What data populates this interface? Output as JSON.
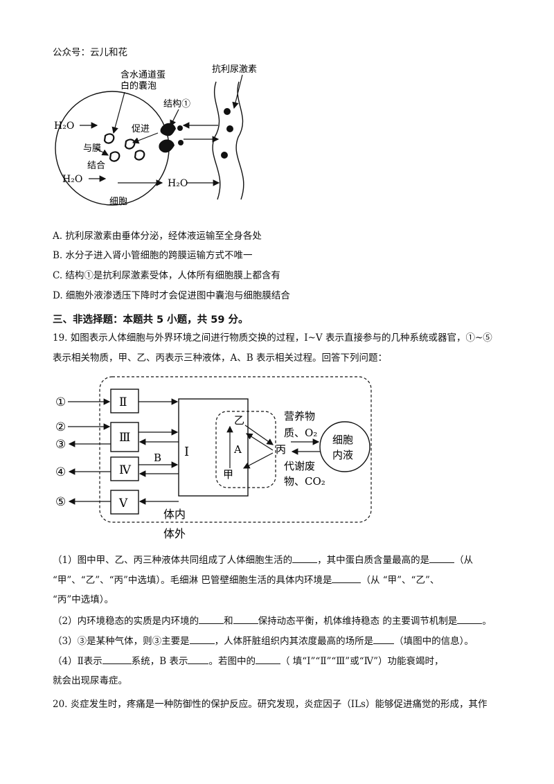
{
  "header": {
    "account": "公众号：云儿和花"
  },
  "figure1": {
    "vesicle_label_l1": "含水通道蛋",
    "vesicle_label_l2": "白的囊泡",
    "hormone": "抗利尿激素",
    "structure": "结构①",
    "promote": "促进",
    "bind_l1": "与膜",
    "bind_l2": "结合",
    "water1": "H₂O",
    "water2": "H₂O",
    "water3": "H₂O",
    "cell": "细胞"
  },
  "q18_options": {
    "a": "A.  抗利尿激素由垂体分泌，经体液运输至全身各处",
    "b": "B.  水分子进入肾小管细胞的跨膜运输方式不唯一",
    "c": "C.  结构①是抗利尿激素受体，人体所有细胞膜上都含有",
    "d": "D.  细胞外液渗透压下降时才会促进图中囊泡与细胞膜结合"
  },
  "section3": "三、非选择题：本题共 5 小题，共 59 分。",
  "q19": {
    "line1": "19. 如图表示人体细胞与外界环境之间进行物质交换的过程，I~V 表示直接参与的几种系统或器官，①~⑤",
    "line2": "表示相关物质，甲、乙、丙表示三种液体，A、B 表示相关过程。回答下列问题："
  },
  "figure2": {
    "c1": "①",
    "c2": "②",
    "c3": "③",
    "c4": "④",
    "c5": "⑤",
    "r2": "Ⅱ",
    "r3": "Ⅲ",
    "r4": "Ⅳ",
    "r5": "Ⅴ",
    "r1": "I",
    "b": "B",
    "a": "A",
    "yi": "乙",
    "bing": "丙",
    "jia": "甲",
    "nutrient_l1": "营养物",
    "nutrient_l2": "质、O₂",
    "waste_l1": "代谢废",
    "waste_l2": "物、CO₂",
    "icf_l1": "细胞",
    "icf_l2": "内液",
    "inside": "体内",
    "outside": "体外"
  },
  "q19_parts": {
    "p1a": "（1）图中甲、乙、丙三种液体共同组成了人体细胞生活的",
    "p1b": "，其中蛋白质含量最高的是",
    "p1c": "（从",
    "p1d": "“甲”、“乙”、“丙”中选填）。毛细淋  巴管壁细胞生活的具体内环境是",
    "p1e": "（从 “甲”、“乙”、",
    "p1f": "“丙”中选填）。",
    "p2a": "（2）内环境稳态的实质是内环境的",
    "p2b": "和",
    "p2c": "保持动态平衡，机体维持稳态  的主要调节机制是",
    "p2d": "。",
    "p3a": "（3）③是某种气体，则③主要是",
    "p3b": "，人体肝脏组织内其浓度最高的场所是",
    "p3c": "（填图中的信息）。",
    "p4a": "（4）Ⅱ表示",
    "p4b": "系统，B 表示",
    "p4c": "。若图中的",
    "p4d": "（  填“I”“Ⅱ”“Ⅲ”或“Ⅳ”）功能衰竭时，",
    "p4e": "就会出现尿毒症。"
  },
  "q20": {
    "line1": "20. 炎症发生时，疼痛是一种防御性的保护反应。研究发现，炎症因子（ILs）能够促进痛觉的形成，其作"
  }
}
